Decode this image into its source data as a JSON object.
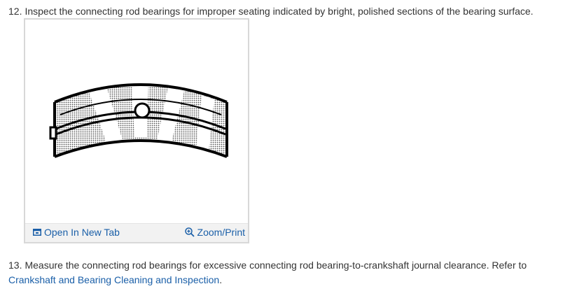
{
  "steps": [
    {
      "number": "12.",
      "text": "Inspect the connecting rod bearings for improper seating indicated by bright, polished sections of the bearing surface."
    },
    {
      "number": "13.",
      "text": "Measure the connecting rod bearings for excessive connecting rod bearing-to-crankshaft journal clearance. Refer to",
      "link_text": "Crankshaft and Bearing Cleaning and Inspection",
      "trailing": "."
    }
  ],
  "figure": {
    "open_tab_label": "Open In New Tab",
    "zoom_label": "Zoom/Print",
    "open_tab_icon": "open-in-new-tab-icon",
    "zoom_icon": "magnifier-plus-icon"
  },
  "colors": {
    "text": "#333333",
    "link": "#1a5fa8",
    "toolbar_bg": "#f2f2f2",
    "frame_border": "#d8d8d8"
  }
}
